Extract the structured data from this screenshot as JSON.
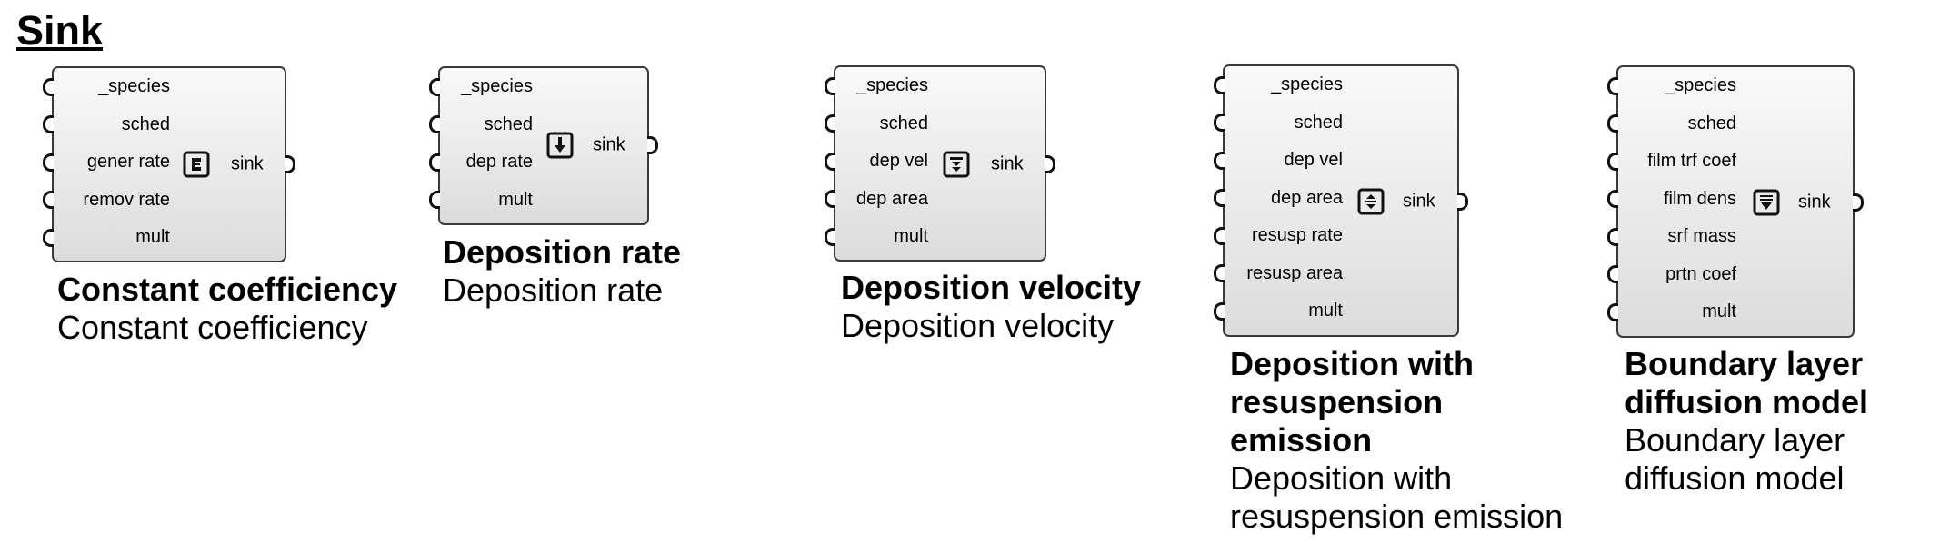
{
  "page_title": "Sink",
  "components": [
    {
      "inputs": [
        "_species",
        "sched",
        "gener rate",
        "remov rate",
        "mult"
      ],
      "output": "sink",
      "icon": "constant-coefficient-icon",
      "caption_bold": "Constant coefficiency",
      "caption_desc": "Constant coefficiency"
    },
    {
      "inputs": [
        "_species",
        "sched",
        "dep rate",
        "mult"
      ],
      "output": "sink",
      "icon": "deposition-rate-icon",
      "caption_bold": "Deposition rate",
      "caption_desc": "Deposition rate"
    },
    {
      "inputs": [
        "_species",
        "sched",
        "dep vel",
        "dep area",
        "mult"
      ],
      "output": "sink",
      "icon": "deposition-velocity-icon",
      "caption_bold": "Deposition velocity",
      "caption_desc": "Deposition velocity"
    },
    {
      "inputs": [
        "_species",
        "sched",
        "dep vel",
        "dep area",
        "resusp rate",
        "resusp area",
        "mult"
      ],
      "output": "sink",
      "icon": "deposition-resuspension-icon",
      "caption_bold": "Deposition with resuspension emission",
      "caption_desc": "Deposition with resuspension emission"
    },
    {
      "inputs": [
        "_species",
        "sched",
        "film trf coef",
        "film dens",
        "srf mass",
        "prtn coef",
        "mult"
      ],
      "output": "sink",
      "icon": "boundary-layer-icon",
      "caption_bold": "Boundary layer diffusion model",
      "caption_desc": "Boundary layer diffusion model"
    }
  ]
}
